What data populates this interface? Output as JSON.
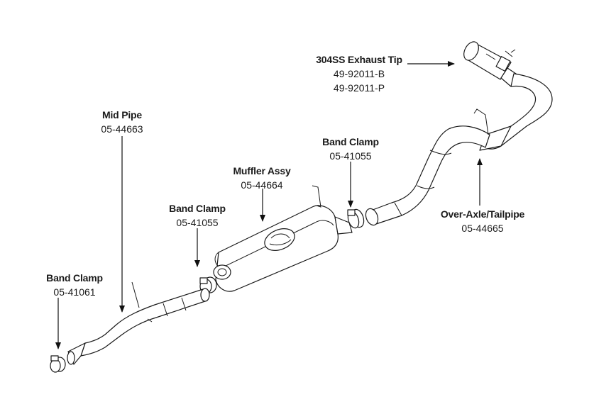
{
  "labels": {
    "exhaust_tip": {
      "name": "304SS Exhaust Tip",
      "numbers": [
        "49-92011-B",
        "49-92011-P"
      ]
    },
    "mid_pipe": {
      "name": "Mid Pipe",
      "numbers": [
        "05-44663"
      ]
    },
    "band_clamp_upper": {
      "name": "Band Clamp",
      "numbers": [
        "05-41055"
      ]
    },
    "muffler": {
      "name": "Muffler Assy",
      "numbers": [
        "05-44664"
      ]
    },
    "band_clamp_middle": {
      "name": "Band Clamp",
      "numbers": [
        "05-41055"
      ]
    },
    "band_clamp_lower": {
      "name": "Band Clamp",
      "numbers": [
        "05-41061"
      ]
    },
    "tailpipe": {
      "name": "Over-Axle/Tailpipe",
      "numbers": [
        "05-44665"
      ]
    }
  },
  "colors": {
    "line": "#1a1a1a",
    "background": "#ffffff"
  }
}
